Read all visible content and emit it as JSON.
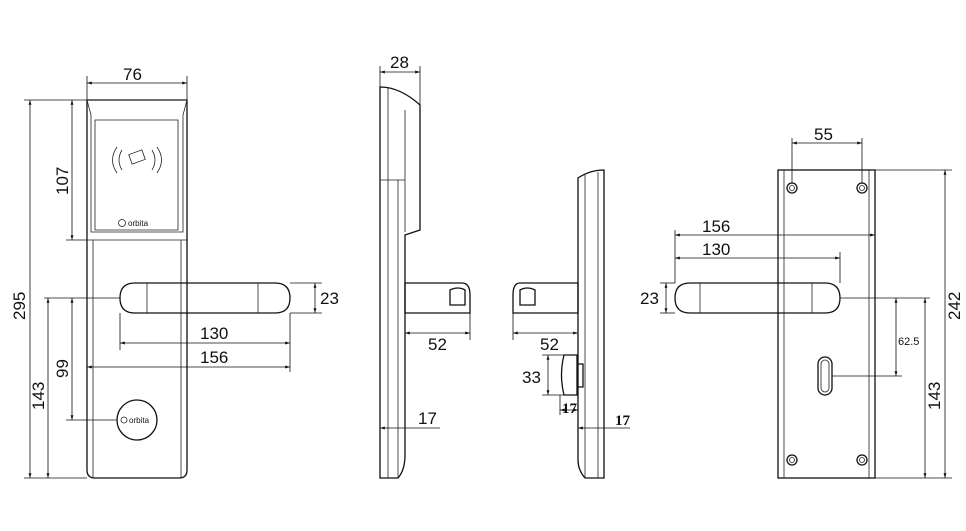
{
  "brand": "orbita",
  "front_view": {
    "dims": {
      "width": "76",
      "panel_height": "107",
      "total_height": "295",
      "handle_to_cylinder": "99",
      "handle_to_bottom": "143",
      "handle_length": "130",
      "handle_reach": "156",
      "handle_thickness": "23"
    }
  },
  "side_view_outer": {
    "dims": {
      "depth": "28",
      "handle_projection": "52",
      "plate_thickness": "17"
    }
  },
  "side_view_inner": {
    "dims": {
      "handle_projection": "52",
      "thumbturn_height": "33",
      "thumbturn_depth": "17",
      "plate_thickness": "17"
    }
  },
  "back_view": {
    "dims": {
      "hole_spacing": "55",
      "handle_reach": "156",
      "handle_length": "130",
      "handle_thickness": "23",
      "handle_to_keyhole": "62.5",
      "total_height": "242",
      "handle_to_bottom": "143"
    }
  }
}
